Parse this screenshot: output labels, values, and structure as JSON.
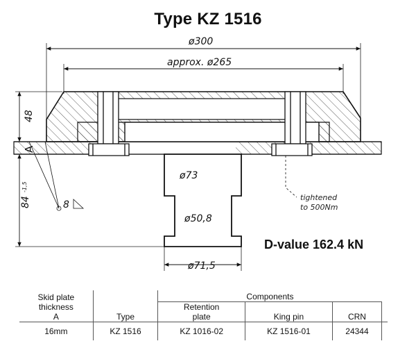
{
  "title": "Type KZ 1516",
  "dimensions": {
    "outer_diameter": "ø300",
    "approx_diameter": "approx. ø265",
    "height": "48",
    "skid_label": "A",
    "neck_height": "84",
    "neck_height_tol": "-1,5",
    "neck_diameter": "ø73",
    "pin_diameter": "ø50,8",
    "head_diameter": "ø71,5",
    "angle": "8"
  },
  "notes": {
    "torque_line1": "tightened",
    "torque_line2": "to 500Nm",
    "d_value": "D-value 162.4 kN"
  },
  "table": {
    "col_skid_line1": "Skid plate",
    "col_skid_line2": "thickness",
    "col_skid_line3": "A",
    "col_type": "Type",
    "components_header": "Components",
    "col_retention_line1": "Retention",
    "col_retention_line2": "plate",
    "col_kingpin": "King pin",
    "col_crn": "CRN",
    "row": {
      "thickness": "16mm",
      "type": "KZ 1516",
      "retention_plate": "KZ 1016-02",
      "king_pin": "KZ 1516-01",
      "crn": "24344"
    }
  }
}
